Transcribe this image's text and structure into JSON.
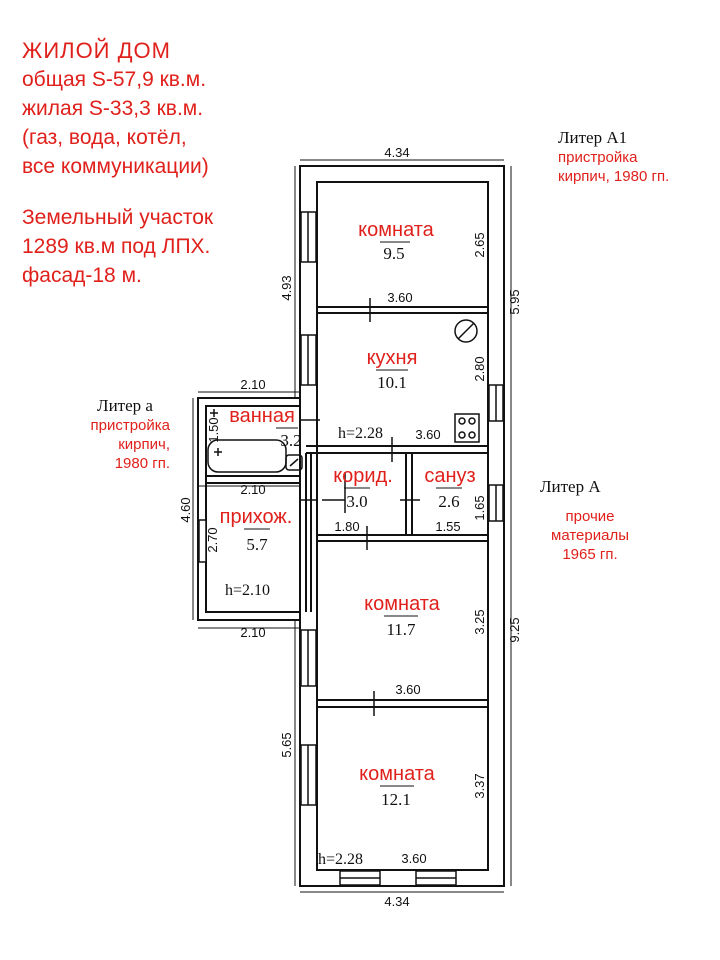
{
  "info": {
    "title": "ЖИЛОЙ  ДОМ",
    "lines": [
      "общая S-57,9 кв.м.",
      "жилая S-33,3 кв.м.",
      "(газ, вода, котёл,",
      "все коммуникации)"
    ],
    "land": [
      "Земельный участок",
      "1289 кв.м под ЛПХ.",
      "фасад-18 м."
    ]
  },
  "liters": {
    "a1": {
      "name": "Литер А1",
      "note": [
        "пристройка",
        "кирпич, 1980 гп."
      ]
    },
    "a_small": {
      "name": "Литер а",
      "note": [
        "пристройка",
        "кирпич,",
        "1980 гп."
      ]
    },
    "a_big": {
      "name": "Литер А",
      "note": [
        "прочие",
        "материалы",
        "1965 гп."
      ]
    }
  },
  "rooms": [
    {
      "name": "комната",
      "area": "9.5"
    },
    {
      "name": "кухня",
      "area": "10.1"
    },
    {
      "name": "ванная",
      "area": "3.2"
    },
    {
      "name": "корид.",
      "area": "3.0"
    },
    {
      "name": "сануз",
      "area": "2.6"
    },
    {
      "name": "прихож.",
      "area": "5.7"
    },
    {
      "name": "комната",
      "area": "11.7"
    },
    {
      "name": "комната",
      "area": "12.1"
    }
  ],
  "dims": {
    "top_width": "4.34",
    "bottom_width": "4.34",
    "left_upper": "4.93",
    "right_upper": "5.95",
    "right_lower": "9.25",
    "left_lower": "5.65",
    "left_annex": "4.60",
    "annex_top": "2.10",
    "annex_mid": "2.10",
    "annex_bottom": "2.10",
    "bath_h": "1.50",
    "hall_h": "2.70",
    "room1_w": "3.60",
    "room1_h": "2.65",
    "kitchen_h": "2.80",
    "kitchen_w": "3.60",
    "corr_w": "1.80",
    "wc_w": "1.55",
    "wc_h": "1.65",
    "room3_h": "3.25",
    "room3_w": "3.60",
    "room4_h": "3.37",
    "room4_w": "3.60"
  },
  "heights": {
    "main": "h=2.28",
    "annex": "h=2.10",
    "bottom": "h=2.28"
  },
  "colors": {
    "accent": "#e0201b",
    "line": "#111111"
  }
}
